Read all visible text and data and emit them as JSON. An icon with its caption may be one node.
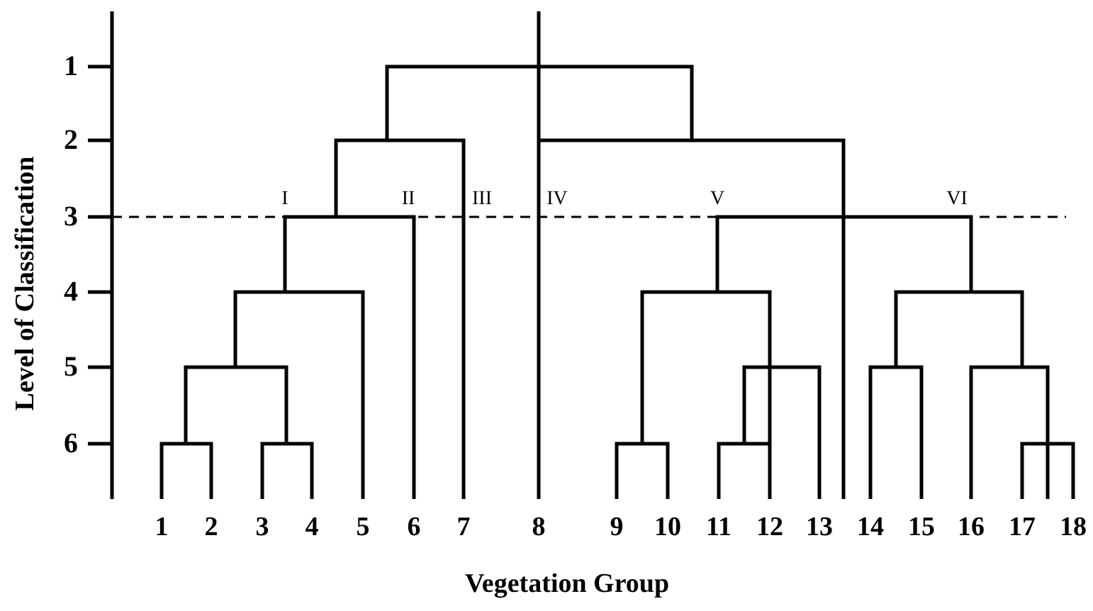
{
  "diagram": {
    "labels": [
      "Level of Classification",
      "1",
      "2",
      "3",
      "4",
      "5",
      "6",
      "I",
      "II",
      "III",
      "IV",
      "V",
      "VI",
      "1",
      "2",
      "3",
      "4",
      "5",
      "6",
      "7",
      "8",
      "9",
      "10",
      "11",
      "12",
      "13",
      "14",
      "15",
      "16",
      "17",
      "18",
      "Vegetation Group"
    ]
  }
}
